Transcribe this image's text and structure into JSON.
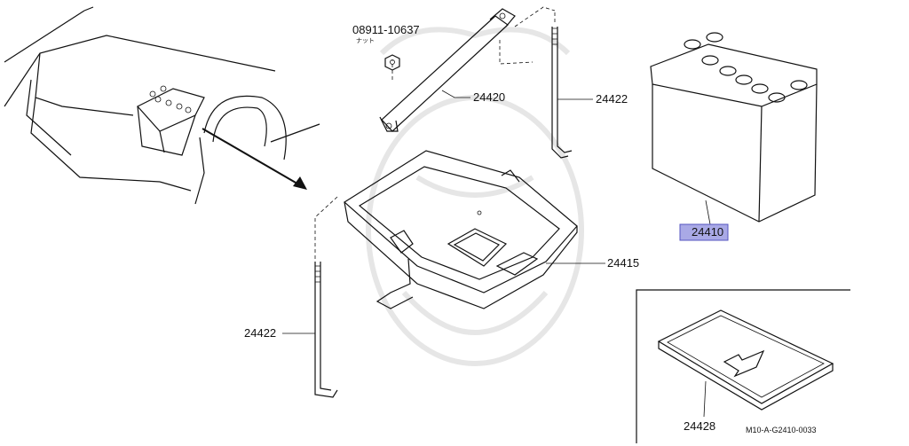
{
  "parts": {
    "nut_number": "08911-10637",
    "nut_note": "ナット",
    "bar_clamp": "24420",
    "bolt_right": "24422",
    "bolt_left": "24422",
    "tray": "24415",
    "battery": "24410",
    "insulator": "24428"
  },
  "drawing_code": "M10-A-G2410-0033",
  "colors": {
    "highlight_fill": "#a9a9e6",
    "highlight_stroke": "#5555c0"
  }
}
